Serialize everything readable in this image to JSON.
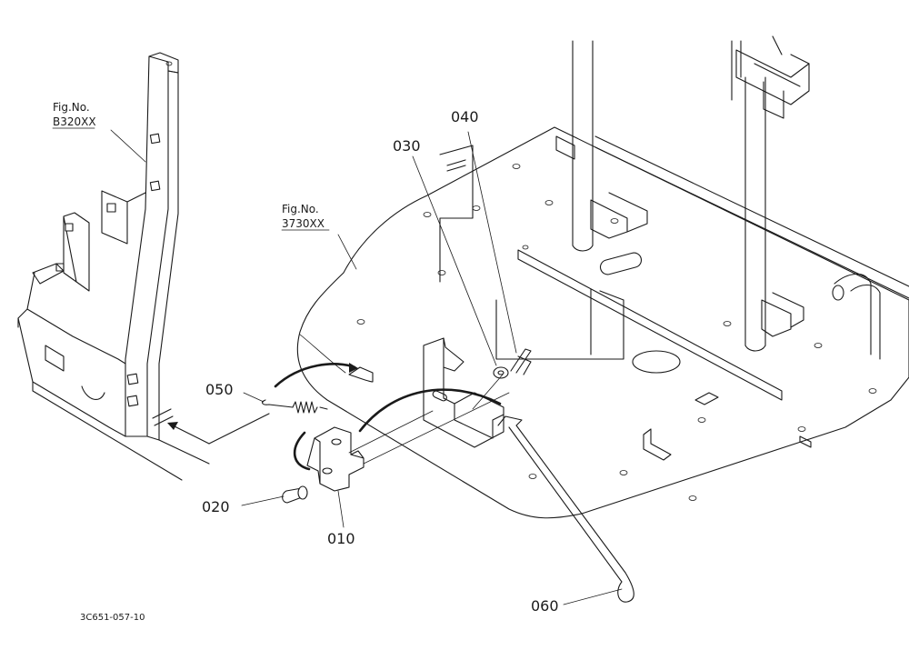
{
  "figure_refs": [
    {
      "line1": "Fig.No.",
      "line2": "B320XX"
    },
    {
      "line1": "Fig.No.",
      "line2": "3730XX"
    }
  ],
  "callouts": [
    {
      "label": "010"
    },
    {
      "label": "020"
    },
    {
      "label": "030"
    },
    {
      "label": "040"
    },
    {
      "label": "050"
    },
    {
      "label": "060"
    }
  ],
  "drawing_code": "3C651-057-10"
}
